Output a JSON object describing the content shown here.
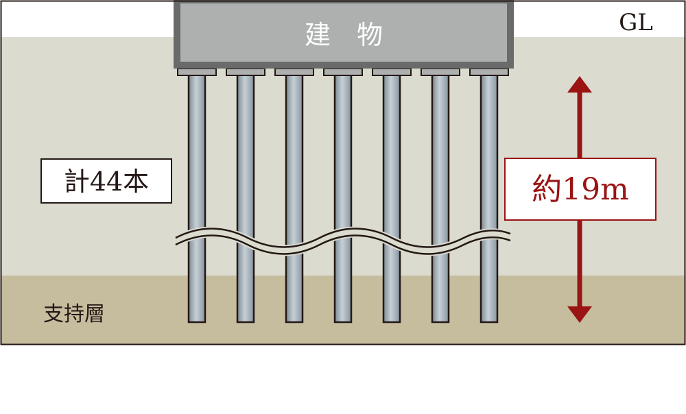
{
  "diagram": {
    "building_label": "建　物",
    "ground_level_label": "GL",
    "pile_count_label": "計44本",
    "depth_label": "約19m",
    "bearing_layer_label": "支持層",
    "pile_count_shown": 7
  },
  "colors": {
    "ground_upper": "#dbdbd0",
    "ground_lower": "#c6bc9e",
    "building_fill": "#aeb0b0",
    "building_border": "#6a6a6a",
    "pile_fill": "#8c98a2",
    "pile_highlight": "#c2cbd2",
    "arrow": "#9a1414",
    "outline": "#231815"
  }
}
